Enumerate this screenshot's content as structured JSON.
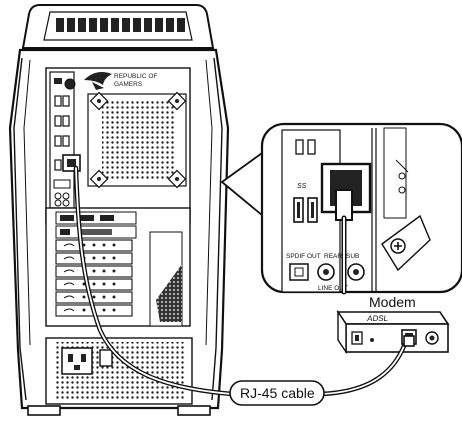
{
  "brand": {
    "line1": "REPUBLIC OF",
    "line2": "GAMERS"
  },
  "ports": {
    "usb3_marker": "SS",
    "spdif_out": "SPDIF OUT",
    "rear": "REAR",
    "sub": "SUB",
    "line_out": "LINE OUT"
  },
  "modem": {
    "label": "Modem",
    "brand": "ADSL"
  },
  "cable": {
    "label": "RJ-45 cable"
  },
  "colors": {
    "outline": "#111111",
    "panel": "#ffffff",
    "dark": "#222222"
  }
}
